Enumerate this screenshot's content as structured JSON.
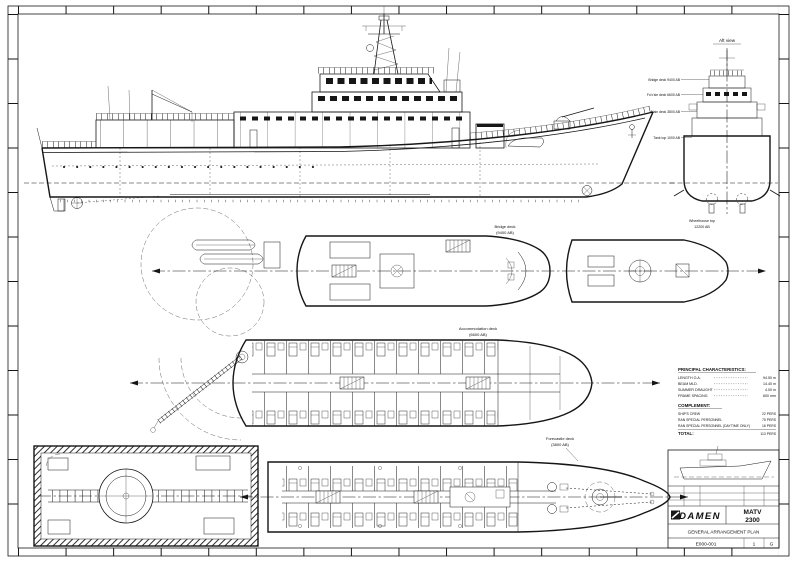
{
  "labels": {
    "aft_view": "Aft view",
    "wheelhouse_top_1": "Wheelhouse top",
    "wheelhouse_top_2": "12200 AB",
    "bridge_deck_1": "Bridge deck",
    "bridge_deck_2": "(9400 AB)",
    "accommodation_deck_1": "Accommodation deck",
    "accommodation_deck_2": "(6600 AB)",
    "forecastle_deck_1": "Forecastle deck",
    "forecastle_deck_2": "(3800 AB)"
  },
  "deck_levels": [
    {
      "label": "Bridge deck 9400 AB"
    },
    {
      "label": "Fo'c'sle deck 6600 AB"
    },
    {
      "label": "Main deck 3800 AB"
    },
    {
      "label": "Tank top 1000 AB"
    }
  ],
  "principal_characteristics": {
    "title": "PRINCIPAL CHARACTERISTICS:",
    "rows": [
      {
        "label": "LENGTH O.A.",
        "value": "94.50 m"
      },
      {
        "label": "BEAM MLD.",
        "value": "14.40 m"
      },
      {
        "label": "SUMMER DRAUGHT",
        "value": "4.00 m"
      },
      {
        "label": "FRAME SPACING",
        "value": "600 mm"
      }
    ]
  },
  "complement": {
    "title": "COMPLEMENT:",
    "rows": [
      {
        "label": "SHIP'S CREW",
        "value": "22 PERS"
      },
      {
        "label": "RAN SPECIAL PERSONNEL",
        "value": "75 PERS"
      },
      {
        "label": "RAN SPECIAL PERSONNEL (DAYTIME ONLY)",
        "value": "16 PERS"
      }
    ],
    "total_label": "TOTAL:",
    "total_value": "113 PERS"
  },
  "titleblock": {
    "company": "DAMEN",
    "model_line1": "MATV",
    "model_line2": "2300",
    "drawing_title": "GENERAL ARRANGEMENT PLAN",
    "drawing_number": "E000-001",
    "sheet_no": "1",
    "revision": "G"
  }
}
